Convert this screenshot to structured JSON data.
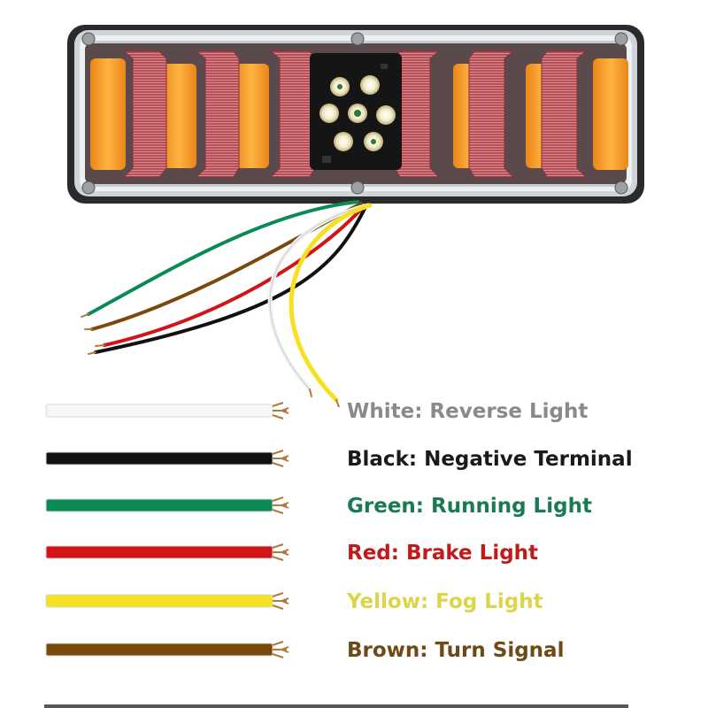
{
  "image": {
    "subject": "LED trailer tail light with wiring color legend",
    "lamp_colors": {
      "housing": "#2a2a2a",
      "lens_rim": "#d9dde2",
      "amber_segment": "#f59a1e",
      "red_chevron": "#b2444c",
      "center_board": "#151515",
      "white_led": "#f3ecc8"
    }
  },
  "legend": [
    {
      "label": "White: Reverse Light",
      "wire_color": "#f7f7f7",
      "text_color": "#8a8a8a"
    },
    {
      "label": "Black: Negative Terminal",
      "wire_color": "#111111",
      "text_color": "#1a1a1a"
    },
    {
      "label": "Green: Running Light",
      "wire_color": "#0a8a55",
      "text_color": "#1a7a52"
    },
    {
      "label": "Red: Brake Light",
      "wire_color": "#d0141a",
      "text_color": "#c01a1a"
    },
    {
      "label": "Yellow: Fog Light",
      "wire_color": "#f7e020",
      "text_color": "#dcd54a"
    },
    {
      "label": "Brown: Turn Signal",
      "wire_color": "#7a4a0c",
      "text_color": "#6e4a17"
    }
  ]
}
